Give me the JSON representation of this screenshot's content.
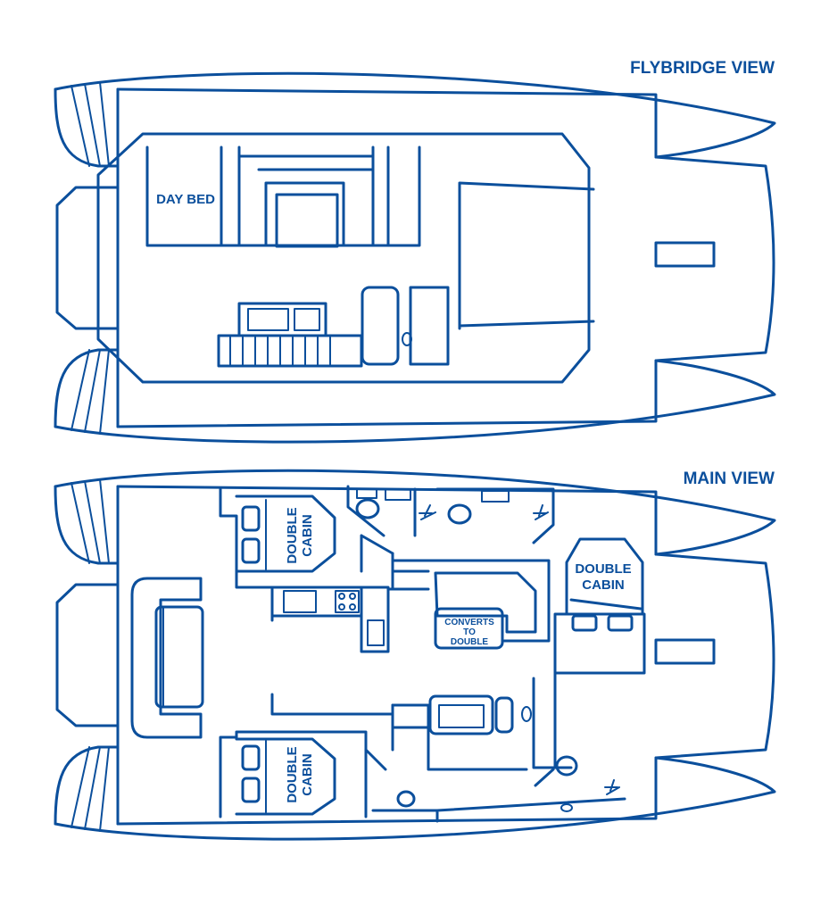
{
  "colors": {
    "line": "#0b4f9c",
    "background": "#ffffff"
  },
  "flybridge": {
    "title": "FLYBRIDGE VIEW",
    "day_bed": "DAY BED"
  },
  "main": {
    "title": "MAIN VIEW",
    "cabin_port": [
      "DOUBLE",
      "CABIN"
    ],
    "cabin_starboard": [
      "DOUBLE",
      "CABIN"
    ],
    "cabin_forward": [
      "DOUBLE",
      "CABIN"
    ],
    "converts": [
      "CONVERTS",
      "TO",
      "DOUBLE"
    ]
  }
}
